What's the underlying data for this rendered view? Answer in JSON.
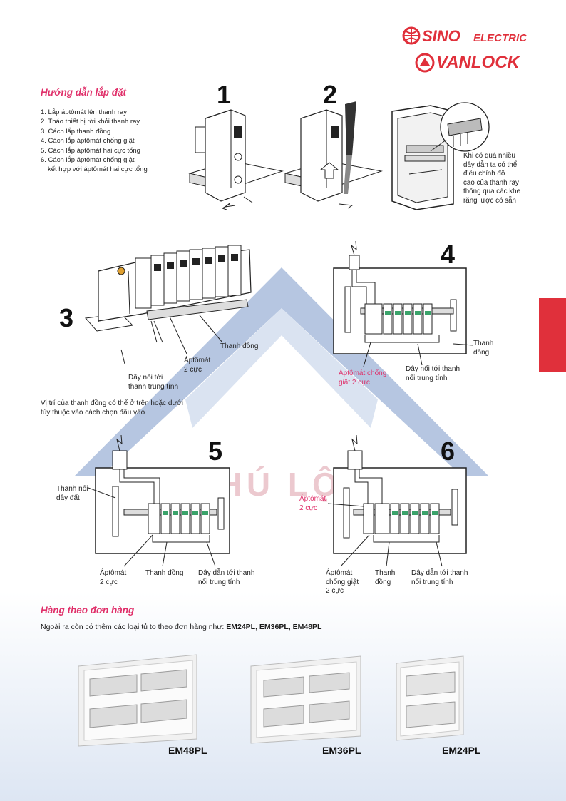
{
  "brand": {
    "line1_main": "SINO",
    "line1_sub": "ELECTRIC",
    "line2": "VANLOCK"
  },
  "installation": {
    "heading": "Hướng dẫn lắp đặt",
    "steps": [
      "1. Lắp áptômát lên thanh ray",
      "2. Tháo thiết bị rời khỏi thanh ray",
      "3. Cách lắp thanh đồng",
      "4. Cách lắp áptômát chống giật",
      "5. Cách lắp áptômát hai cực tổng",
      "6. Cách lắp áptômát chống giật",
      "kết hợp với áptômát hai cực tổng"
    ],
    "numbers": [
      "1",
      "2",
      "3",
      "4",
      "5",
      "6"
    ],
    "rail_note": [
      "Khi có quá nhiều",
      "dây dẫn ta có thể",
      "điều chỉnh độ",
      "cao của thanh ray",
      "thông qua các khe",
      "răng lược có sẵn"
    ]
  },
  "fig3": {
    "copper_bar": "Thanh đồng",
    "breaker_2p": [
      "Áptômát",
      "2 cực"
    ],
    "neutral_wire": [
      "Dây nối tới",
      "thanh trung tính"
    ],
    "position_note": [
      "Vị trí của thanh đồng có thể ở trên hoặc dưới",
      "tùy thuộc vào cách chọn đầu vào"
    ]
  },
  "fig4": {
    "copper_bar": [
      "Thanh",
      "đồng"
    ],
    "rcd_2p": [
      "Áptômát chống",
      "giật 2 cực"
    ],
    "neutral_wire": [
      "Dây nối tới thanh",
      "nối trung tính"
    ]
  },
  "fig5": {
    "ground_bar": [
      "Thanh nối",
      "dây đất"
    ],
    "breaker_2p": [
      "Áptômát",
      "2 cực"
    ],
    "copper_bar": "Thanh đồng",
    "neutral_wire": [
      "Dây dẫn tới thanh",
      "nối trung tính"
    ]
  },
  "fig6": {
    "breaker_2p": [
      "Áptômát",
      "2 cực"
    ],
    "rcd_2p": [
      "Áptômát",
      "chống giật",
      "2 cực"
    ],
    "copper_bar": [
      "Thanh",
      "đồng"
    ],
    "neutral_wire": [
      "Dây dẫn tới thanh",
      "nối trung tính"
    ]
  },
  "watermark": "PHÚ LỘC",
  "orders": {
    "heading": "Hàng theo đơn hàng",
    "intro_prefix": "Ngoài ra còn có thêm các loại tủ to theo đơn hàng như: ",
    "intro_models": "EM24PL, EM36PL, EM48PL",
    "products": [
      "EM48PL",
      "EM36PL",
      "EM24PL"
    ]
  },
  "colors": {
    "accent_red": "#e0303b",
    "heading_pink": "#e0306a",
    "watermark_blue": "#a9bcdc",
    "breaker_green": "#3aa36a"
  }
}
